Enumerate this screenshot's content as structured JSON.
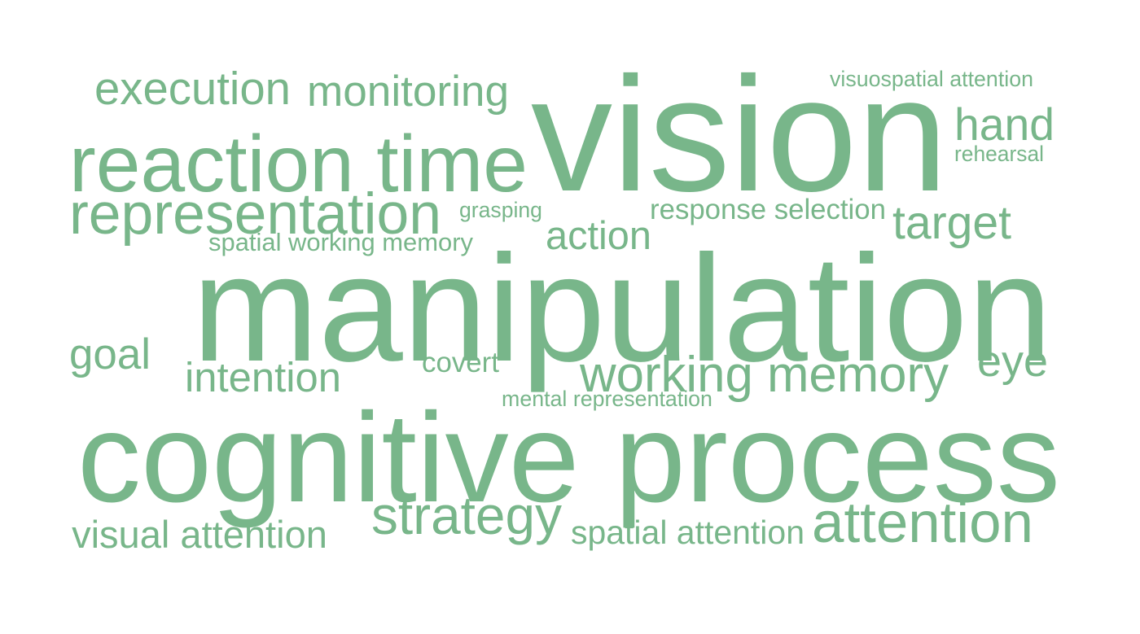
{
  "word_color": "#78b68a",
  "background_color": "#ffffff",
  "words": [
    {
      "text": "manipulation",
      "weight": 100
    },
    {
      "text": "cognitive process",
      "weight": 85
    },
    {
      "text": "vision",
      "weight": 80
    },
    {
      "text": "reaction time",
      "weight": 52
    },
    {
      "text": "representation",
      "weight": 45
    },
    {
      "text": "attention",
      "weight": 44
    },
    {
      "text": "working memory",
      "weight": 40
    },
    {
      "text": "strategy",
      "weight": 40
    },
    {
      "text": "execution",
      "weight": 34
    },
    {
      "text": "monitoring",
      "weight": 34
    },
    {
      "text": "hand",
      "weight": 34
    },
    {
      "text": "target",
      "weight": 32
    },
    {
      "text": "intention",
      "weight": 30
    },
    {
      "text": "action",
      "weight": 30
    },
    {
      "text": "visual attention",
      "weight": 29
    },
    {
      "text": "goal",
      "weight": 29
    },
    {
      "text": "eye",
      "weight": 29
    },
    {
      "text": "response selection",
      "weight": 23
    },
    {
      "text": "spatial attention",
      "weight": 23
    },
    {
      "text": "covert",
      "weight": 21
    },
    {
      "text": "spatial working memory",
      "weight": 19
    },
    {
      "text": "grasping",
      "weight": 18
    },
    {
      "text": "visuospatial attention",
      "weight": 18
    },
    {
      "text": "rehearsal",
      "weight": 17
    },
    {
      "text": "mental representation",
      "weight": 17
    }
  ]
}
